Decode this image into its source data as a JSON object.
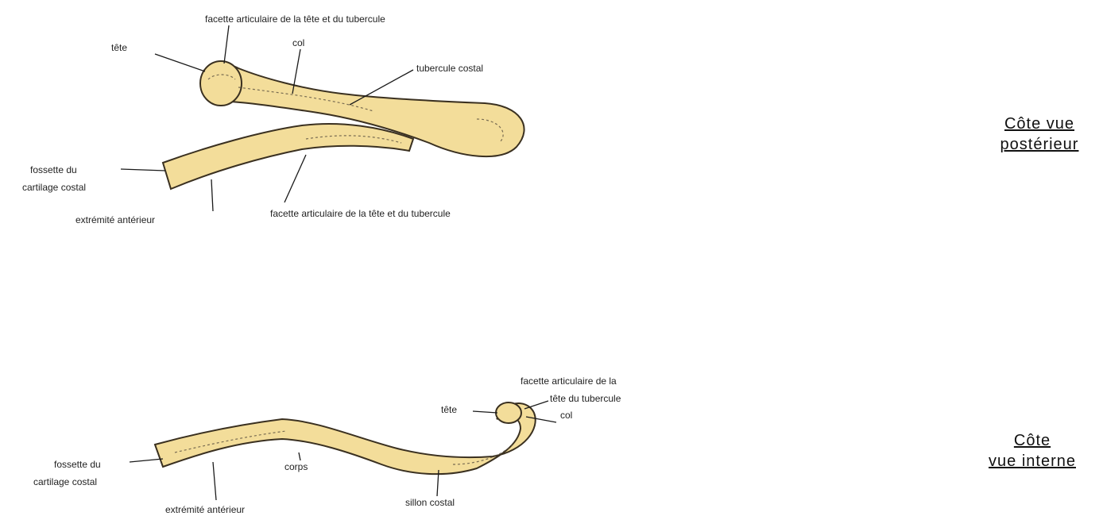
{
  "figure_top": {
    "caption_line1": "Côte vue",
    "caption_line2": "postérieur",
    "labels": {
      "facette_top": "facette articulaire de la tête et du tubercule",
      "col": "col",
      "tete": "tête",
      "tubercule": "tubercule costal",
      "fossette_1": "fossette du",
      "fossette_2": "cartilage costal",
      "extremite": "extrémité antérieur",
      "facette_bottom": "facette articulaire de la tête et du tubercule"
    }
  },
  "figure_bottom": {
    "caption_line1": "Côte",
    "caption_line2": "vue interne",
    "labels": {
      "facette_1": "facette articulaire de la",
      "facette_2": "tête du tubercule",
      "tete": "tête",
      "col": "col",
      "corps": "corps",
      "fossette_1": "fossette du",
      "fossette_2": "cartilage costal",
      "extremite": "extrémité antérieur",
      "sillon": "sillon costal"
    }
  },
  "colors": {
    "bone": "#f3dd9a",
    "outline": "#3a3020",
    "text": "#222222"
  }
}
